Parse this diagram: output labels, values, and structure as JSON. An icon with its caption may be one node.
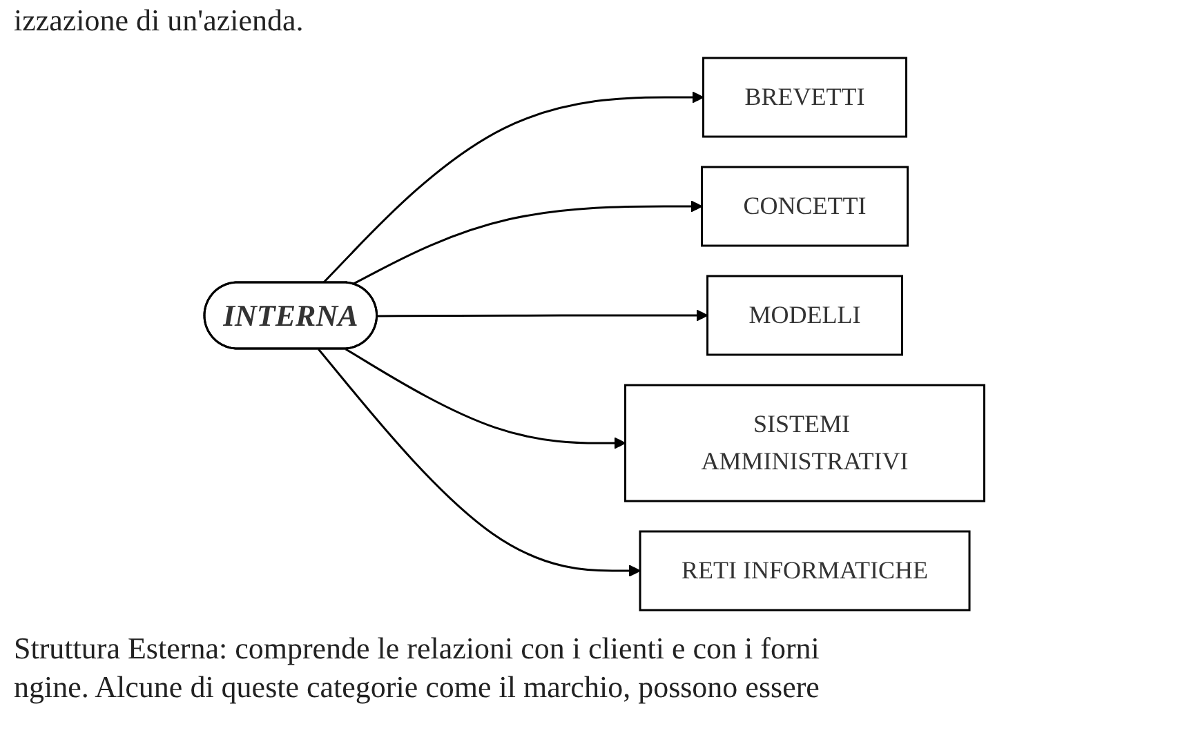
{
  "diagram": {
    "nodes": [
      {
        "text": [
          "INTERNA"
        ]
      },
      {
        "text": [
          "BREVETTI"
        ]
      },
      {
        "text": [
          "CONCETTI"
        ]
      },
      {
        "text": [
          "MODELLI"
        ]
      },
      {
        "text": [
          "SISTEMI AMMINISTRATIVI"
        ]
      },
      {
        "text": [
          "RETI INFORMATICHE"
        ]
      }
    ],
    "edges": [
      {
        "from": 0,
        "to": 1,
        "arrow": "to"
      },
      {
        "from": 0,
        "to": 2,
        "arrow": "to"
      },
      {
        "from": 0,
        "to": 3,
        "arrow": "to"
      },
      {
        "from": 0,
        "to": 4,
        "arrow": "to"
      },
      {
        "from": 0,
        "to": 5,
        "arrow": "to"
      }
    ],
    "labels": [
      "izzazione di un'azienda.",
      "Struttura Esterna: comprende le relazioni con i clienti e con i forni",
      "ngine. Alcune di queste categorie come il marchio, possono essere"
    ]
  }
}
